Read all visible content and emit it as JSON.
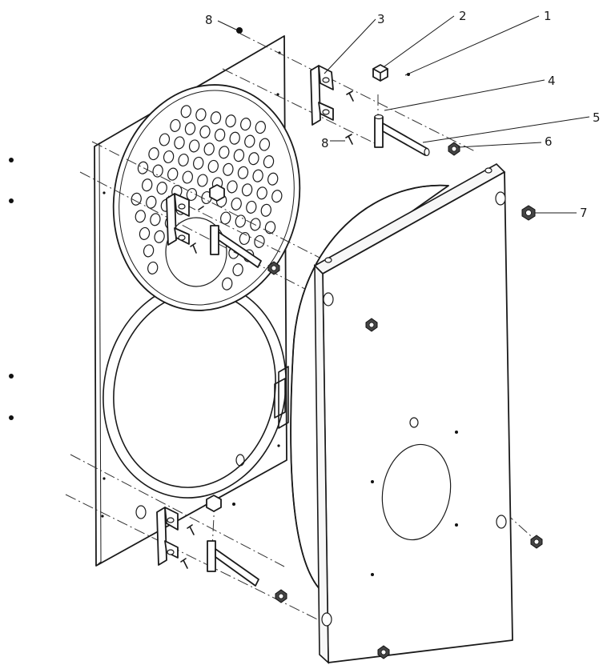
{
  "callouts": [
    {
      "id": "1",
      "label": "1"
    },
    {
      "id": "2",
      "label": "2"
    },
    {
      "id": "3",
      "label": "3"
    },
    {
      "id": "4",
      "label": "4"
    },
    {
      "id": "5",
      "label": "5"
    },
    {
      "id": "6",
      "label": "6"
    },
    {
      "id": "7",
      "label": "7"
    },
    {
      "id": "8a",
      "label": "8"
    },
    {
      "id": "8b",
      "label": "8"
    }
  ],
  "colors": {
    "line": "#1a1a1a",
    "background": "#ffffff"
  }
}
